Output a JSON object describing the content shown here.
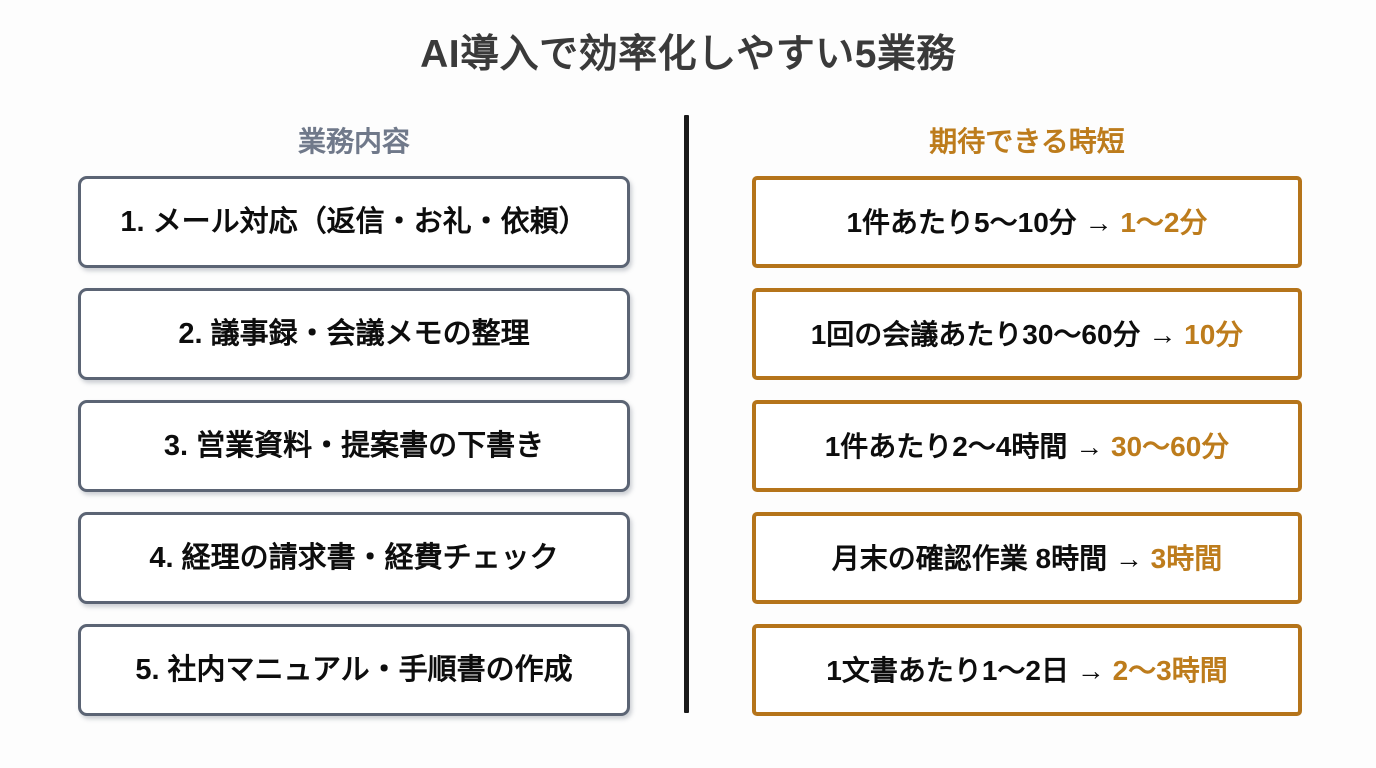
{
  "slide": {
    "title": "AI導入で効率化しやすい5業務",
    "background_color": "#fdfdfd",
    "title_color": "#3a3a3a"
  },
  "columns": {
    "left": {
      "header": "業務内容",
      "header_color": "#70798a",
      "border_color": "#5b6474"
    },
    "right": {
      "header": "期待できる時短",
      "header_color": "#bd7c1c",
      "border_color": "#b5741a",
      "highlight_color": "#bd7c1c"
    }
  },
  "rows": [
    {
      "task": "1. メール対応（返信・お礼・依頼）",
      "saving_before": "1件あたり5〜10分 → ",
      "saving_after": "1〜2分"
    },
    {
      "task": "2. 議事録・会議メモの整理",
      "saving_before": "1回の会議あたり30〜60分 → ",
      "saving_after": "10分"
    },
    {
      "task": "3. 営業資料・提案書の下書き",
      "saving_before": "1件あたり2〜4時間 → ",
      "saving_after": "30〜60分"
    },
    {
      "task": "4. 経理の請求書・経費チェック",
      "saving_before": "月末の確認作業 8時間 → ",
      "saving_after": "3時間"
    },
    {
      "task": "5. 社内マニュアル・手順書の作成",
      "saving_before": "1文書あたり1〜2日 → ",
      "saving_after": "2〜3時間"
    }
  ]
}
